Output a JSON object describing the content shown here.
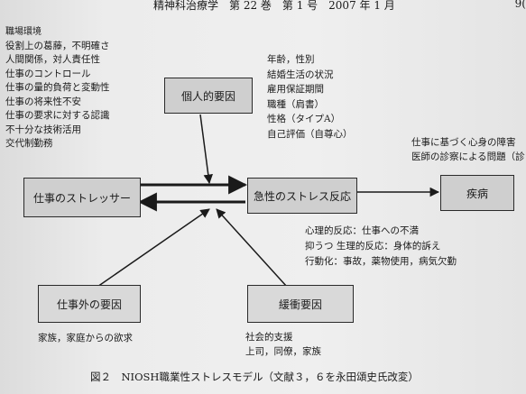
{
  "header": {
    "journal": "精神科治療学　第 22 巻　第 1 号　2007 年 1 月",
    "page_number": "9("
  },
  "left_list": {
    "title": "職場環境",
    "items": [
      "役割上の葛藤，不明確さ",
      "人間関係，対人責任性",
      "仕事のコントロール",
      "仕事の量的負荷と変動性",
      "仕事の将来性不安",
      "仕事の要求に対する認識",
      "不十分な技術活用",
      "交代制勤務"
    ]
  },
  "personal_list": [
    "年齢，性別",
    "結婚生活の状況",
    "雇用保証期間",
    "職種（肩書）",
    "性格（タイプA）",
    "自己評価（自尊心）"
  ],
  "disease_list": [
    "仕事に基づく心身の障害",
    "医師の診察による問題（診"
  ],
  "reaction_list": [
    "心理的反応：仕事への不満",
    "抑うつ  生理的反応：身体的訴え",
    "行動化：事故，薬物使用，病気欠勤"
  ],
  "outside_list": [
    "家族，家庭からの欲求"
  ],
  "buffer_list": [
    "社会的支援",
    "上司，同僚，家族"
  ],
  "boxes": {
    "personal": "個人的要因",
    "stressor": "仕事のストレッサー",
    "reaction": "急性のストレス反応",
    "disease": "疾病",
    "outside": "仕事外の要因",
    "buffer": "緩衝要因"
  },
  "caption": "図２　NIOSH職業性ストレスモデル（文献３，６を永田頌史氏改変）"
}
